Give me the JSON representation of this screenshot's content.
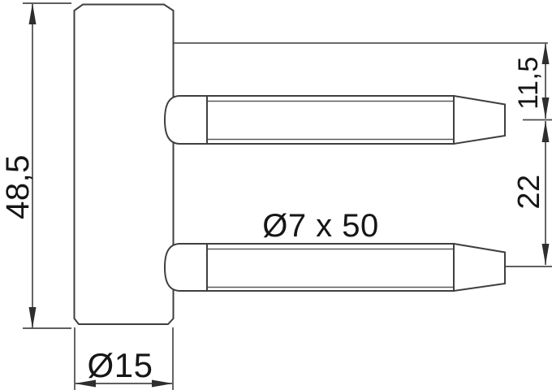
{
  "drawing": {
    "kind": "technical-drawing",
    "background_color": "#ffffff",
    "line_color": "#3f3f3f",
    "text_color": "#161616",
    "labels": {
      "body_height": "48,5",
      "body_diameter": "Ø15",
      "pin_spec": "Ø7 x 50",
      "pin_top_offset": "11,5",
      "pin_center_distance": "22"
    }
  }
}
